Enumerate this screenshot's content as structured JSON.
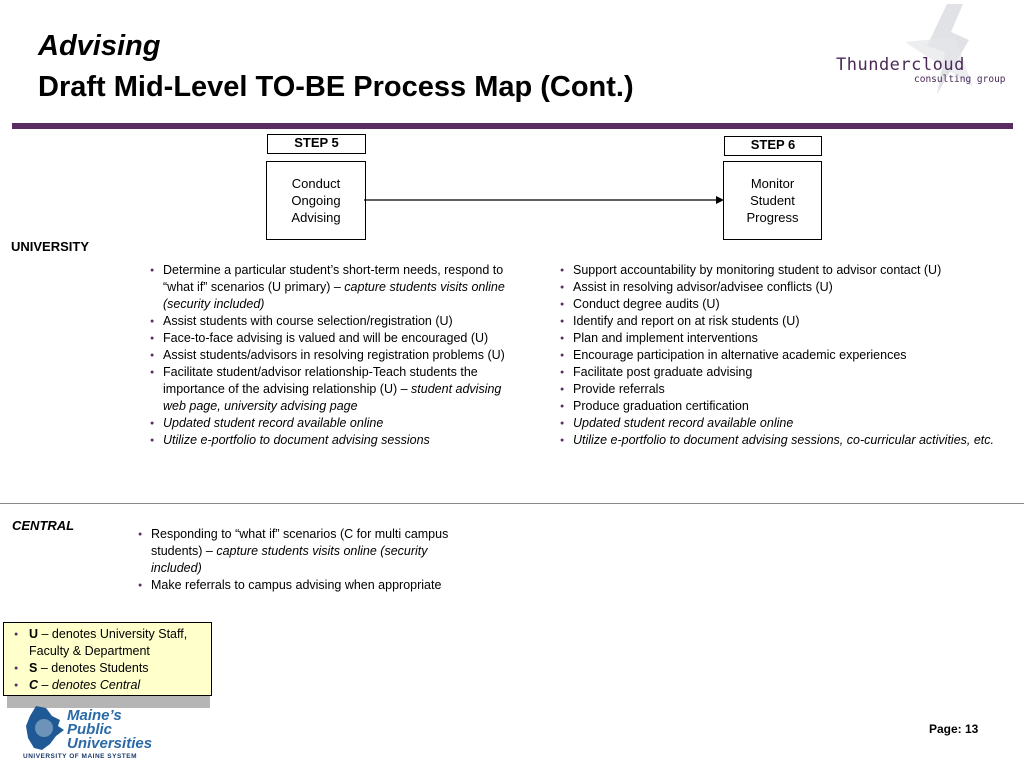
{
  "header": {
    "title_line1": "Advising",
    "title_line2": "Draft Mid-Level TO-BE Process Map (Cont.)"
  },
  "logo": {
    "name": "Thundercloud",
    "tagline": "consulting group"
  },
  "steps": [
    {
      "label": "STEP 5",
      "line1": "Conduct",
      "line2": "Ongoing",
      "line3": "Advising"
    },
    {
      "label": "STEP 6",
      "line1": "Monitor",
      "line2": "Student",
      "line3": "Progress"
    }
  ],
  "lanes": {
    "university": {
      "label": "UNIVERSITY",
      "step5_items": [
        {
          "text": "Determine a particular student’s short-term needs, respond to “what if” scenarios (U primary) – ",
          "italic": "capture students visits online (security included)"
        },
        {
          "text": "Assist students with course selection/registration (U)",
          "italic": ""
        },
        {
          "text": "Face-to-face advising is valued and will be encouraged (U)",
          "italic": ""
        },
        {
          "text": "Assist students/advisors in resolving registration problems (U)",
          "italic": ""
        },
        {
          "text": "Facilitate student/advisor relationship-Teach students the importance of the advising relationship (U) – ",
          "italic": "student advising web page, university advising page"
        },
        {
          "text": "",
          "italic": "Updated student record available online"
        },
        {
          "text": "",
          "italic": "Utilize e-portfolio to document advising sessions"
        }
      ],
      "step6_items": [
        {
          "text": "Support accountability by monitoring student to advisor contact (U)",
          "italic": ""
        },
        {
          "text": "Assist in resolving advisor/advisee conflicts (U)",
          "italic": ""
        },
        {
          "text": "Conduct degree audits (U)",
          "italic": ""
        },
        {
          "text": "Identify and report on at risk students (U)",
          "italic": ""
        },
        {
          "text": "Plan and implement interventions",
          "italic": ""
        },
        {
          "text": "Encourage participation in alternative academic experiences",
          "italic": ""
        },
        {
          "text": "Facilitate post graduate advising",
          "italic": ""
        },
        {
          "text": "Provide referrals",
          "italic": ""
        },
        {
          "text": "Produce graduation certification",
          "italic": ""
        },
        {
          "text": "",
          "italic": "Updated student record available online"
        },
        {
          "text": "",
          "italic": "Utilize e-portfolio to document advising sessions, co-curricular activities, etc."
        }
      ]
    },
    "central": {
      "label": "CENTRAL",
      "items": [
        {
          "text": "Responding to “what if” scenarios (C for multi campus students) – ",
          "italic": "capture students visits online (security included)"
        },
        {
          "text": "Make referrals to campus advising when appropriate",
          "italic": ""
        }
      ]
    }
  },
  "legend": [
    {
      "key": "U",
      "desc": " – denotes University Staff, Faculty & Department",
      "key_italic": false,
      "desc_italic": false
    },
    {
      "key": "S",
      "desc": " – denotes Students",
      "key_italic": false,
      "desc_italic": false
    },
    {
      "key": "C",
      "desc": " – denotes Central",
      "key_italic": true,
      "desc_italic": true
    }
  ],
  "footer": {
    "page": "Page: 13",
    "org_line1": "Maine’s",
    "org_line2": "Public",
    "org_line3": "Universities",
    "org_strip": "UNIVERSITY OF MAINE SYSTEM"
  },
  "colors": {
    "accent": "#5a2d62",
    "legend_bg": "#ffffcc",
    "umps_blue": "#2a6aa8"
  },
  "icons": [
    "thundercloud-logo-icon",
    "maine-map-icon",
    "arrow-right-icon"
  ]
}
